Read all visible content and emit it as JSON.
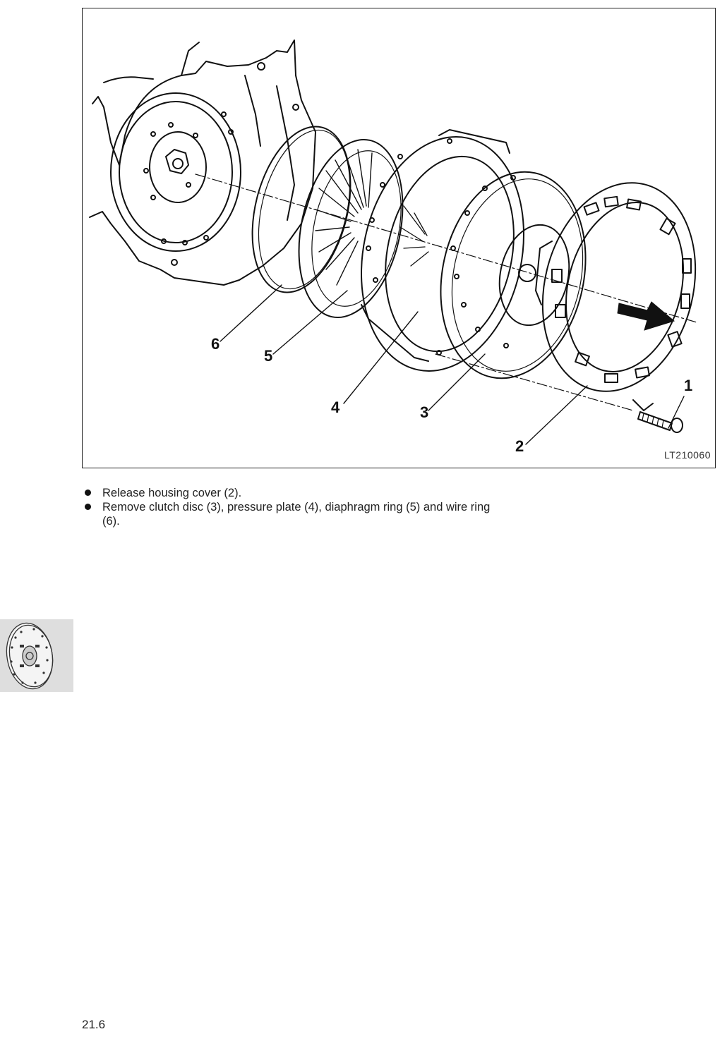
{
  "figure": {
    "code": "LT210060",
    "callouts": {
      "c1": "1",
      "c2": "2",
      "c3": "3",
      "c4": "4",
      "c5": "5",
      "c6": "6"
    }
  },
  "instructions": [
    "Release housing cover (2).",
    "Remove clutch disc (3), pressure plate (4), diaphragm ring (5) and wire ring (6)."
  ],
  "icons": {
    "section_tab": "clutch-disc-icon",
    "bullet": "bullet-dot-icon"
  },
  "colors": {
    "line": "#111111",
    "tab_background": "#dedede"
  },
  "page_number": "21.6"
}
